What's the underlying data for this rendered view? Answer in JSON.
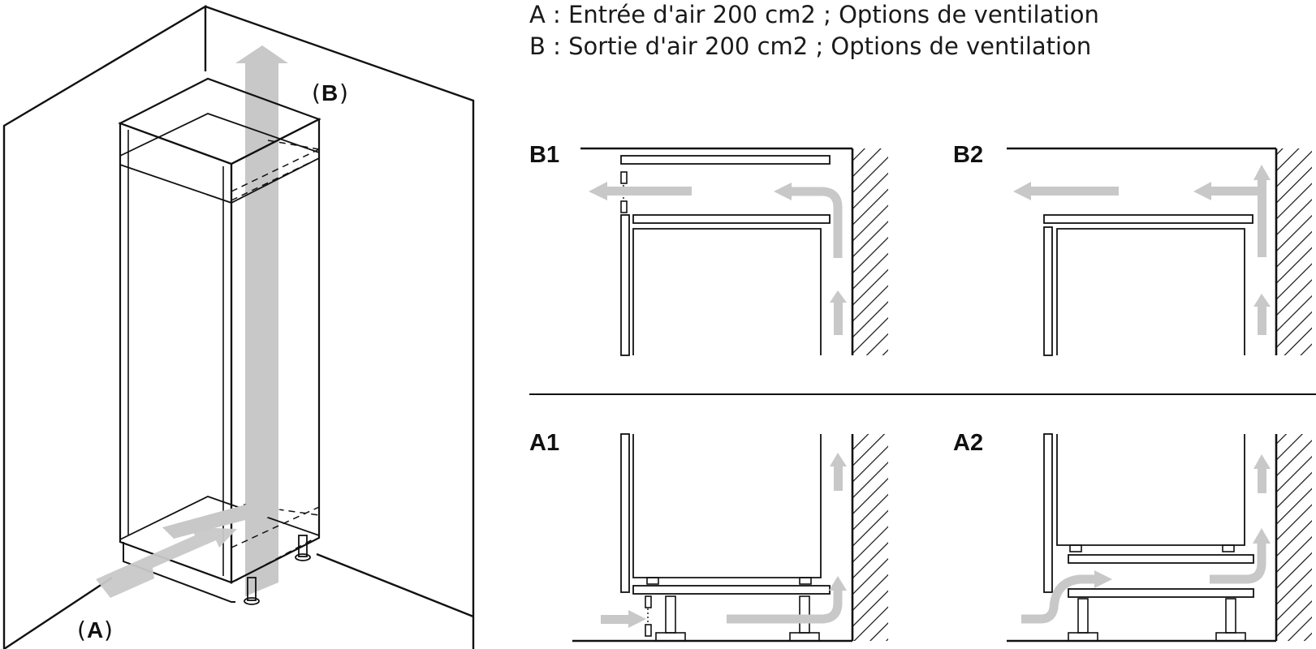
{
  "legend": {
    "a": "A : Entrée d'air 200 cm2 ; Options de ventilation",
    "b": "B : Sortie d'air 200 cm2 ; Options de ventilation"
  },
  "callouts": {
    "a": {
      "open": "(",
      "letter": "A",
      "close": ")"
    },
    "b": {
      "open": "(",
      "letter": "B",
      "close": ")"
    }
  },
  "panels": {
    "b1": "B1",
    "b2": "B2",
    "a1": "A1",
    "a2": "A2"
  },
  "colors": {
    "line": "#111111",
    "airflow": "#c8c8c8",
    "background": "#ffffff"
  }
}
